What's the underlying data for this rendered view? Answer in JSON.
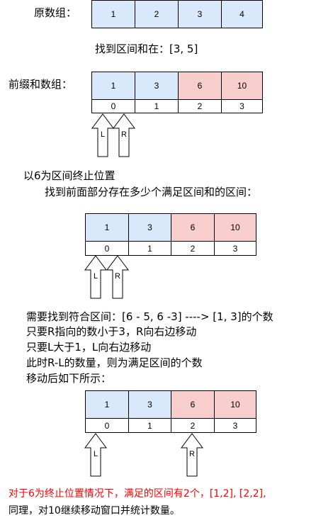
{
  "labels": {
    "original": "原数组：",
    "find_range": "找到区间和在：[3, 5]",
    "prefix": "前缀和数组："
  },
  "original_array": [
    "1",
    "2",
    "3",
    "4"
  ],
  "prefix_array": [
    "1",
    "3",
    "6",
    "10"
  ],
  "indices": [
    "0",
    "1",
    "2",
    "3"
  ],
  "pointers": {
    "left": "L",
    "right": "R"
  },
  "step_text": {
    "line1": "以6为区间终止位置",
    "line2": "找到前面部分存在多少个满足区间和的区间："
  },
  "explain": {
    "line1": "需要找到符合区间：[6 - 5, 6 -3]    ---->   [1, 3]的个数",
    "line2": "只要R指向的数小于3，R向右边移动",
    "line3": "只要L大于1，L向右边移动",
    "line4": "此时R-L的数量，则为满足区间的个数",
    "line5": "移动后如下所示："
  },
  "conclusion": {
    "line1": "对于6为终止位置情况下，满足的区间有2个，[1,2], [2,2],",
    "line2": "同理，对10继续移动窗口并统计数量。"
  },
  "colors": {
    "blue_cell": "#dae8fc",
    "red_cell": "#f8cecc",
    "conclusion_text": "#ff0000"
  }
}
